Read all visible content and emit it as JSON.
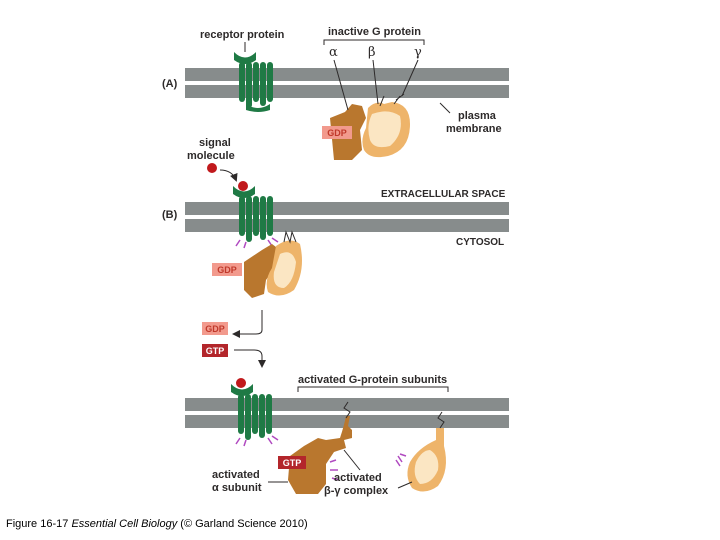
{
  "colors": {
    "membrane": "#878c8c",
    "receptor": "#1f7a45",
    "alpha": "#b9772e",
    "beta_gamma": "#eeb46a",
    "beta_gamma_inner": "#fbe6c3",
    "gdp_badge": "#f29a8d",
    "gdp_text": "#c0392b",
    "gtp_badge": "#b3262b",
    "gtp_text": "#ffffff",
    "signal": "#c1191c",
    "activation_marks": "#b04ac0"
  },
  "panels": [
    {
      "label": "(A)",
      "labels": {
        "receptor": "receptor protein",
        "g_protein": "inactive G protein",
        "alpha": "α",
        "beta": "β",
        "gamma": "γ",
        "membrane_line1": "plasma",
        "membrane_line2": "membrane"
      },
      "badge": "GDP"
    },
    {
      "label": "(B)",
      "labels": {
        "signal_line1": "signal",
        "signal_line2": "molecule",
        "extracellular": "EXTRACELLULAR SPACE",
        "cytosol": "CYTOSOL"
      },
      "badge": "GDP"
    },
    {
      "labels": {
        "activated_subunits": "activated G-protein subunits",
        "alpha_line1": "activated",
        "alpha_line2": "α subunit",
        "bg_line1": "activated",
        "bg_line2": "β-γ complex"
      },
      "badge": "GTP"
    }
  ],
  "exchange": {
    "out": "GDP",
    "in": "GTP"
  },
  "caption": {
    "prefix": "Figure 16-17",
    "book": "Essential Cell Biology",
    "suffix": "(© Garland Science 2010)"
  }
}
